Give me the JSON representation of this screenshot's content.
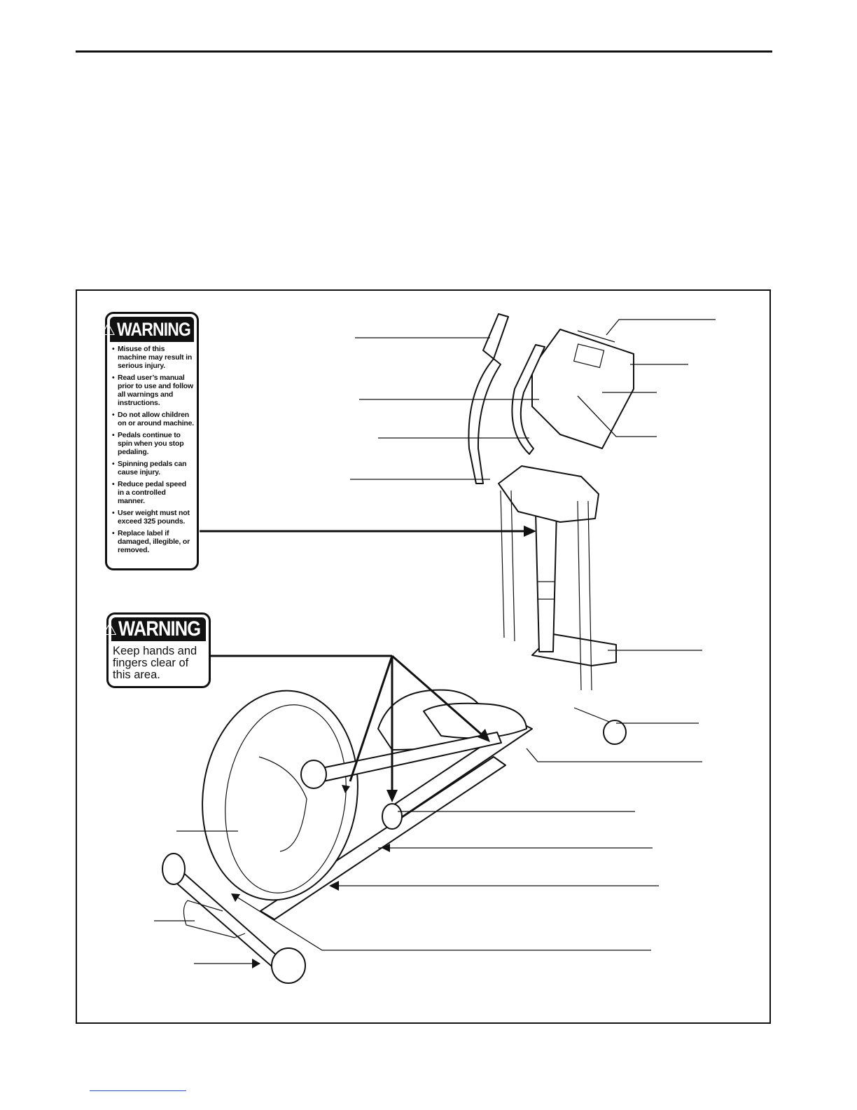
{
  "warning_label_1": {
    "icon": "warning-triangle-icon",
    "heading": "WARNING",
    "items": [
      "Misuse of this machine may result in serious injury.",
      "Read user’s manual prior to use and follow all warnings and instructions.",
      "Do not allow children on or around machine.",
      "Pedals continue to spin when you stop pedaling.",
      "Spinning pedals can cause injury.",
      "Reduce pedal speed in a controlled manner.",
      "User weight must not exceed 325 pounds.",
      "Replace label if damaged, illegible, or removed."
    ]
  },
  "warning_label_2": {
    "icon": "warning-triangle-icon",
    "heading": "WARNING",
    "text": "Keep hands and fingers clear of this area."
  }
}
